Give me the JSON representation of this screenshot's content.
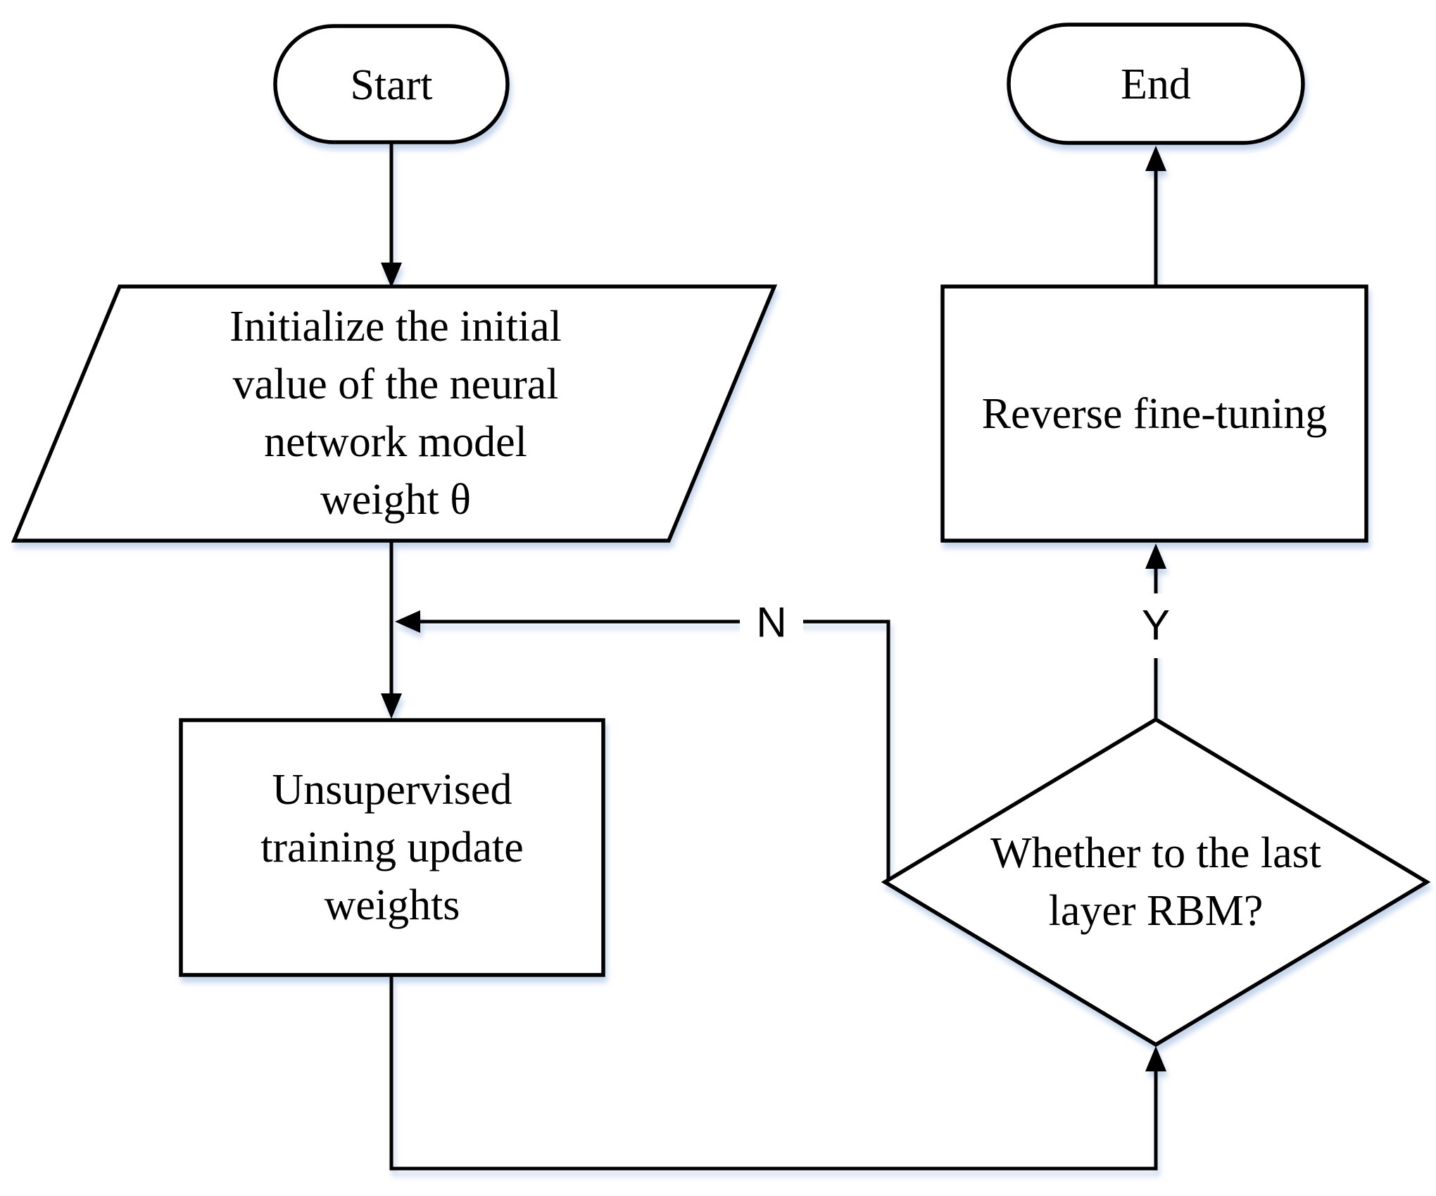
{
  "diagram": {
    "kind": "flowchart",
    "colors": {
      "stroke": "#000000",
      "shape_fill": "#ffffff",
      "background": "#ffffff",
      "shadow": "#94b2dc",
      "text": "#000000"
    },
    "nodes": {
      "start": {
        "type": "terminator",
        "label": "Start"
      },
      "init": {
        "type": "input-parallelogram",
        "lines": [
          "Initialize the initial",
          "value of the neural",
          "network model",
          "weight θ"
        ]
      },
      "unsupervised": {
        "type": "process",
        "lines": [
          "Unsupervised",
          "training update",
          "weights"
        ]
      },
      "decision": {
        "type": "decision",
        "lines": [
          "Whether to the last",
          "layer RBM?"
        ]
      },
      "reverse": {
        "type": "process",
        "label": "Reverse fine-tuning"
      },
      "end": {
        "type": "terminator",
        "label": "End"
      }
    },
    "edges": {
      "no_label": "N",
      "yes_label": "Y"
    }
  }
}
